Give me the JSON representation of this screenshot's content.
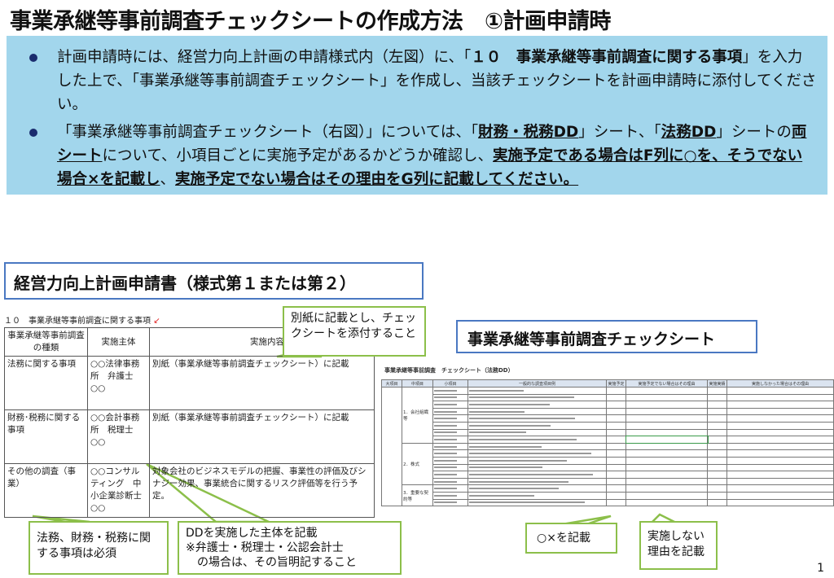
{
  "title": "事業承継等事前調査チェックシートの作成方法　①計画申請時",
  "bullets": [
    {
      "segments": [
        {
          "text": "計画申請時には、経営力向上計画の申請様式内（左図）に、「"
        },
        {
          "text": "１０　事業承継等事前調査に関する事項",
          "bold": true
        },
        {
          "text": "」を入力した上で、「事業承継等事前調査チェックシート」を作成し、当該チェックシートを計画申請時に添付してください。"
        }
      ]
    },
    {
      "segments": [
        {
          "text": "「事業承継等事前調査チェックシート（右図）」については、「"
        },
        {
          "text": "財務・税務DD",
          "bold": true,
          "underline": true
        },
        {
          "text": "」シート、「"
        },
        {
          "text": "法務DD",
          "bold": true,
          "underline": true
        },
        {
          "text": "」シートの"
        },
        {
          "text": "両シート",
          "bold": true,
          "underline": true
        },
        {
          "text": "について、小項目ごとに実施予定があるかどうか確認し、"
        },
        {
          "text": "実施予定である場合はF列に○を、そうでない場合×を記載し",
          "bold": true,
          "underline": true
        },
        {
          "text": "、"
        },
        {
          "text": "実施予定でない場合はその理由をG列に記載してください。",
          "bold": true,
          "underline": true
        }
      ]
    }
  ],
  "left_heading": "経営力向上計画申請書（様式第１または第２）",
  "right_heading": "事業承継等事前調査チェックシート",
  "form": {
    "caption": "１０　事業承継等事前調査に関する事項",
    "headers": [
      "事業承継等事前調査の種類",
      "実施主体",
      "実施内容"
    ],
    "rows": [
      [
        "法務に関する事項",
        "○○法律事務所　弁護士　○○",
        "別紙（事業承継等事前調査チェックシート）に記載"
      ],
      [
        "財務･税務に関する事項",
        "○○会計事務所　税理士　○○",
        "別紙（事業承継等事前調査チェックシート）に記載"
      ],
      [
        "その他の調査（事業）",
        "○○コンサルティング　中小企業診断士　○○",
        "対象会社のビジネスモデルの把握、事業性の評価及びシナジー効果、事業統合に関するリスク評価等を行う予定。"
      ]
    ]
  },
  "sheet": {
    "caption": "事業承継等事前調査　チェックシート（法務DD）",
    "headers": [
      "大項目",
      "中項目",
      "小項目",
      "一般的な調査項目例",
      "実施予定",
      "実施予定でない場合はその理由",
      "実施実績",
      "実施しなかった場合はその理由"
    ],
    "groups": [
      {
        "label": "1．会社組織等",
        "rows": 8
      },
      {
        "label": "2．株式",
        "rows": 6
      },
      {
        "label": "3．重要な契約等",
        "rows": 3
      }
    ],
    "selected_cell_color": "#3a9a4a"
  },
  "callouts": {
    "attach": "別紙に記載とし、チェックシートを添付すること",
    "required": "法務、財務・税務に関する事項は必須",
    "entity": "DDを実施した主体を記載\n※弁護士・税理士・公認会計士\n　の場合は、その旨明記すること",
    "mark": "○×を記載",
    "reason": "実施しない理由を記載"
  },
  "page_number": "1",
  "colors": {
    "info_bg": "#a2d6ec",
    "heading_border": "#4a78c2",
    "callout_border": "#8cbf4a",
    "bullet": "#1a2c6e"
  }
}
